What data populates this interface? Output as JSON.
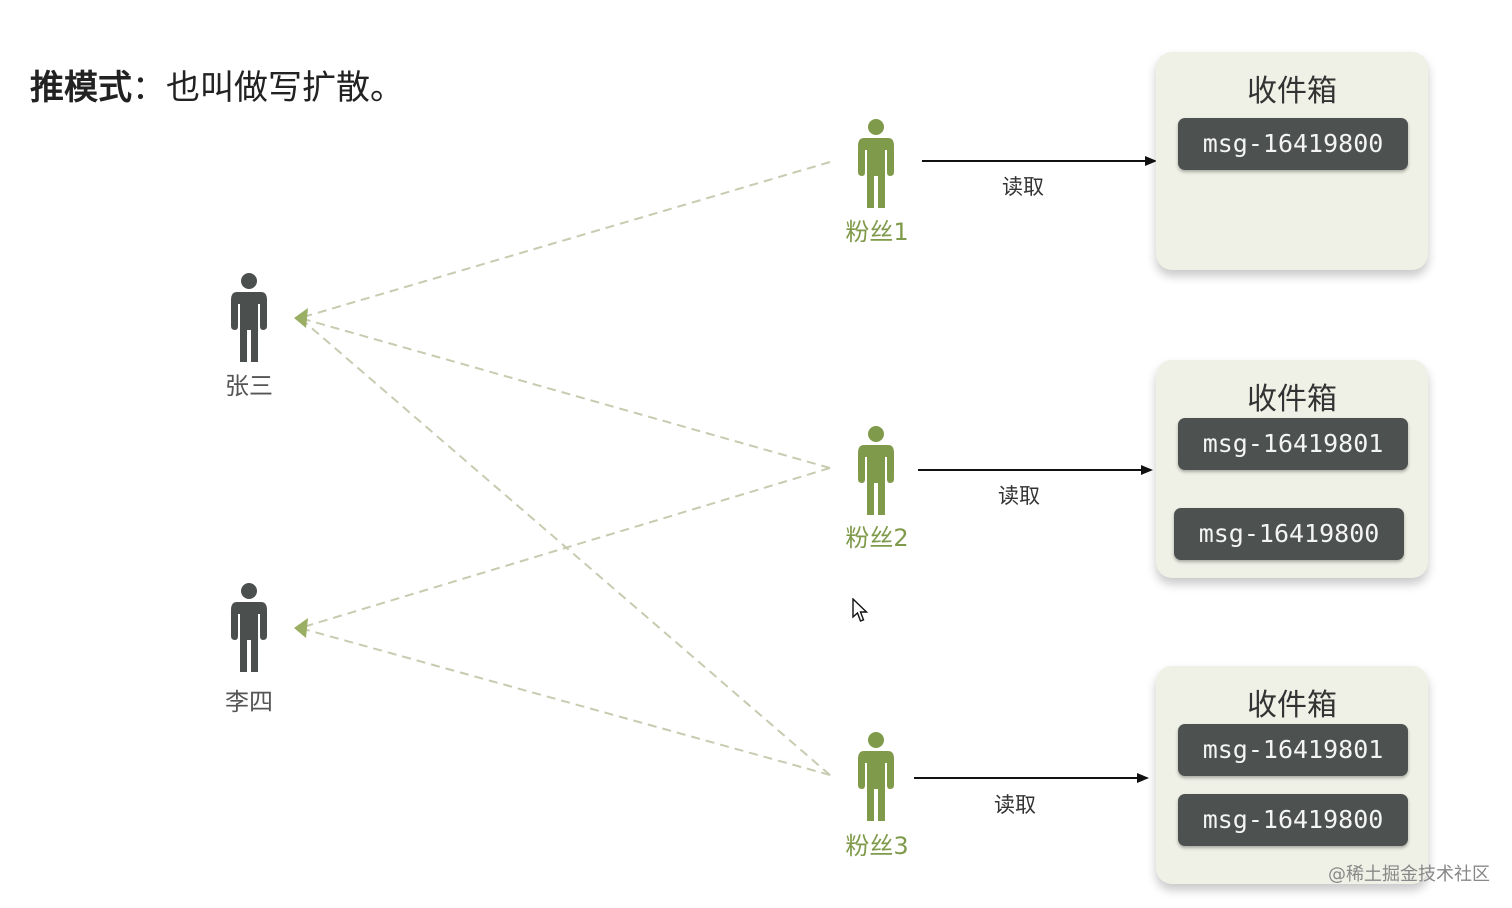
{
  "title": {
    "bold": "推模式",
    "rest": "：也叫做写扩散。"
  },
  "authors": [
    {
      "name": "张三"
    },
    {
      "name": "李四"
    }
  ],
  "fans": [
    {
      "name": "粉丝1",
      "action": "读取"
    },
    {
      "name": "粉丝2",
      "action": "读取"
    },
    {
      "name": "粉丝3",
      "action": "读取"
    }
  ],
  "inboxes": [
    {
      "title": "收件箱",
      "messages": [
        "msg-16419800"
      ]
    },
    {
      "title": "收件箱",
      "messages": [
        "msg-16419801",
        "msg-16419800"
      ]
    },
    {
      "title": "收件箱",
      "messages": [
        "msg-16419801",
        "msg-16419800"
      ]
    }
  ],
  "watermark": "@稀土掘金技术社区",
  "colors": {
    "author": "#4b504f",
    "fan": "#7f9a4a",
    "dashed_line": "#c7cbb0",
    "inbox_bg": "#eff1e6",
    "message_bg": "#4d5250"
  },
  "icons": {
    "person": "person-icon",
    "cursor": "mouse-cursor-icon"
  }
}
